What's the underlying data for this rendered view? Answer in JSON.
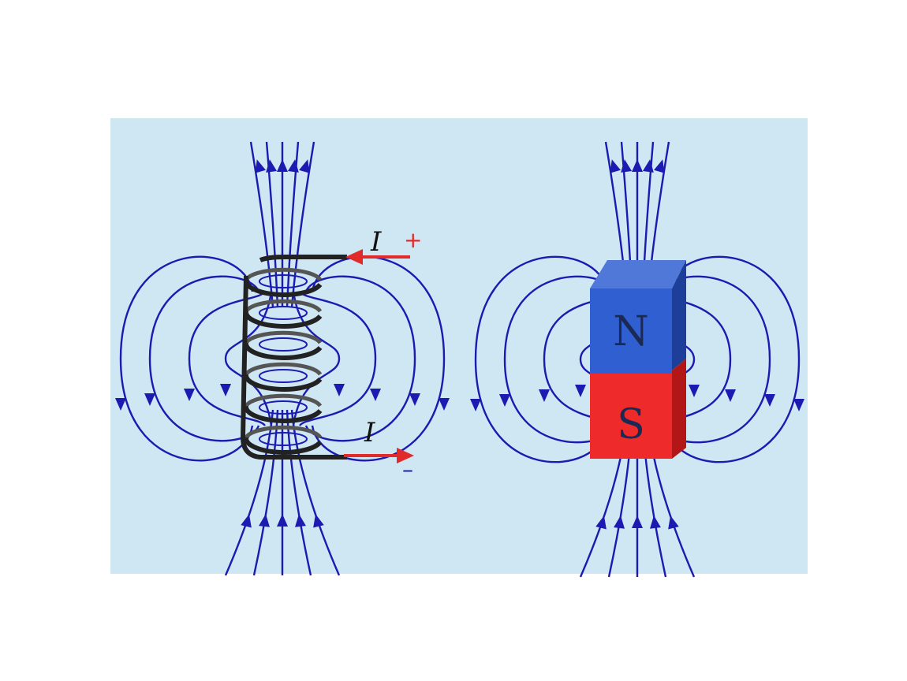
{
  "colors": {
    "background": "#cfe6f3",
    "field_line": "#1c1ab0",
    "current": "#e12a2a",
    "coil": "#2e2e2e",
    "north": "#2f5fd0",
    "north_dark": "#1d3f9a",
    "south": "#ef2a2a",
    "south_dark": "#b31616",
    "pole_label": "#1a2a55"
  },
  "solenoid": {
    "current_in_label": "I",
    "current_in_sign": "+",
    "current_out_label": "I",
    "current_out_sign": "–"
  },
  "magnet": {
    "north_label": "N",
    "south_label": "S"
  },
  "icons": [
    "solenoid-coil-icon",
    "bar-magnet-icon",
    "field-arrow-icon"
  ]
}
